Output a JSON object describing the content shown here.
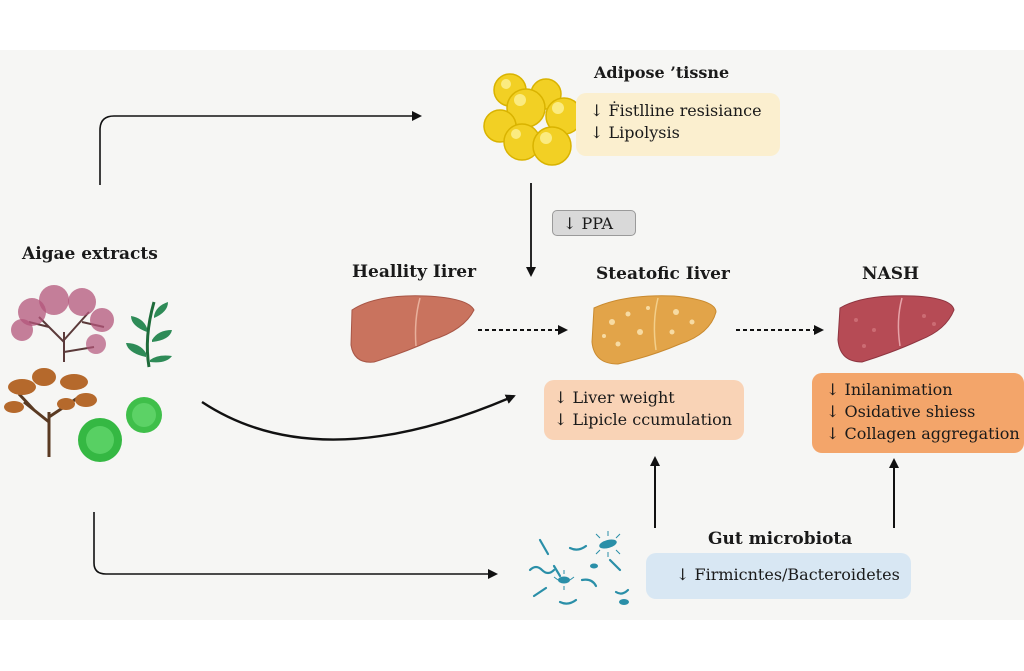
{
  "algae": {
    "label": "Aigae extracts"
  },
  "adipose": {
    "title": "Adipose ’tissne",
    "items": [
      "↓ Ḟistlline resisiance",
      "↓ Lipolysis"
    ]
  },
  "ppa": {
    "label": "↓ PPA"
  },
  "healthy_liver": {
    "label": "Heallity Iirer"
  },
  "steatotic_liver": {
    "label": "Steatofic Iiver",
    "items": [
      "↓ Liver weight",
      "↓ Lipicle ccumulation"
    ]
  },
  "nash": {
    "label": "NASH",
    "items": [
      "↓ Inilanimation",
      "↓ Osidative shiess",
      "↓ Collagen aggregation"
    ]
  },
  "gut": {
    "title": "Gut microbiota",
    "item": "↓ Firmicntes/Bacteroidetes"
  },
  "colors": {
    "adipose_box": "#fbefcf",
    "liver_box": "#f9d3b6",
    "nash_box": "#f3a56a",
    "gut_box": "#d8e7f3",
    "ppa_box": "#d9d9d9"
  }
}
